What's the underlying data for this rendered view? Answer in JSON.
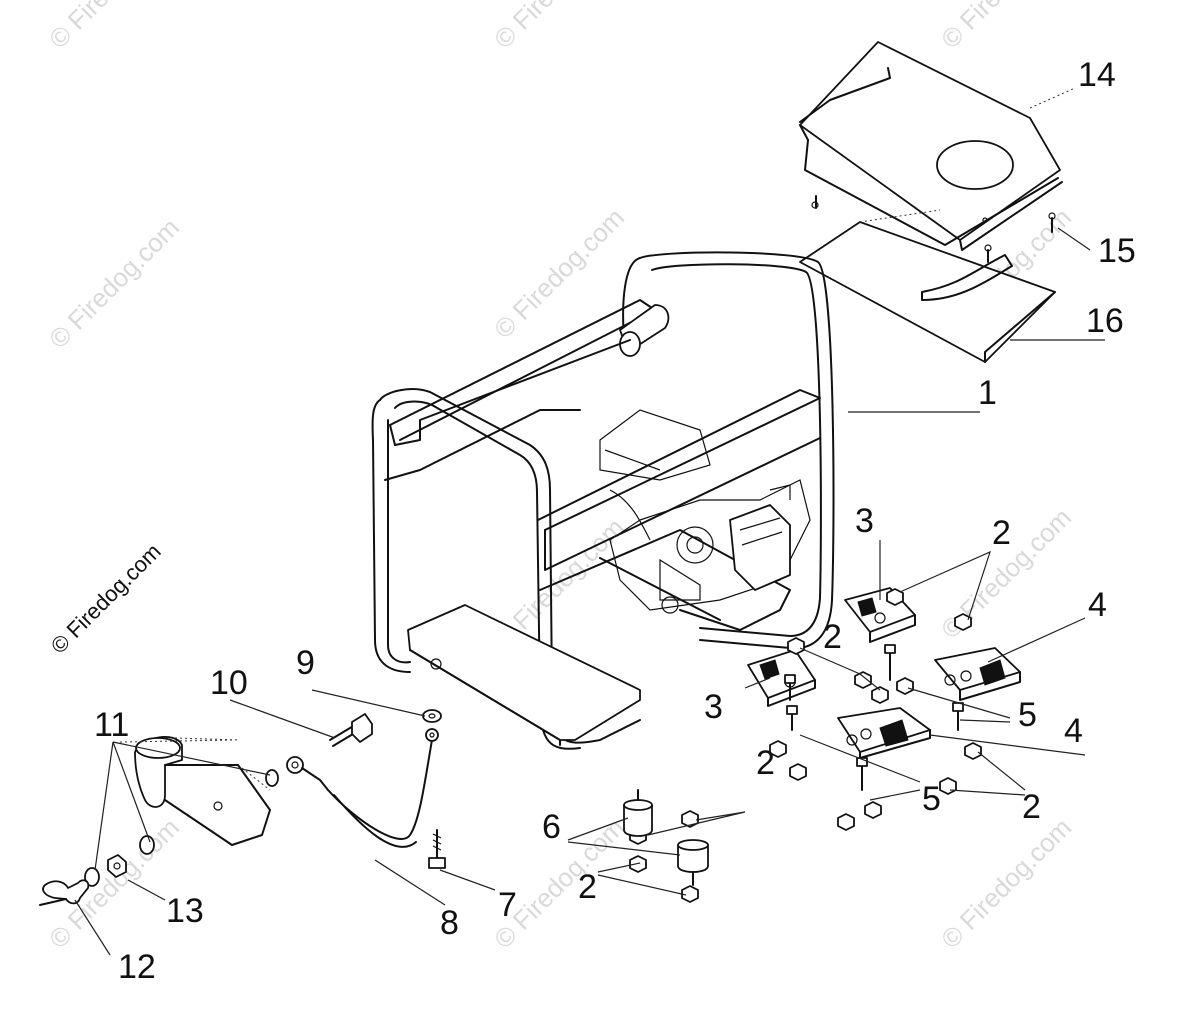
{
  "watermark": "© Firedog.com",
  "callouts": {
    "c1": "1",
    "c2a": "2",
    "c2b": "2",
    "c2c": "2",
    "c2d": "2",
    "c2e": "2",
    "c3a": "3",
    "c3b": "3",
    "c4a": "4",
    "c4b": "4",
    "c5a": "5",
    "c5b": "5",
    "c6": "6",
    "c7": "7",
    "c8": "8",
    "c9": "9",
    "c10": "10",
    "c11": "11",
    "c12": "12",
    "c13": "13",
    "c14": "14",
    "c15": "15",
    "c16": "16"
  }
}
